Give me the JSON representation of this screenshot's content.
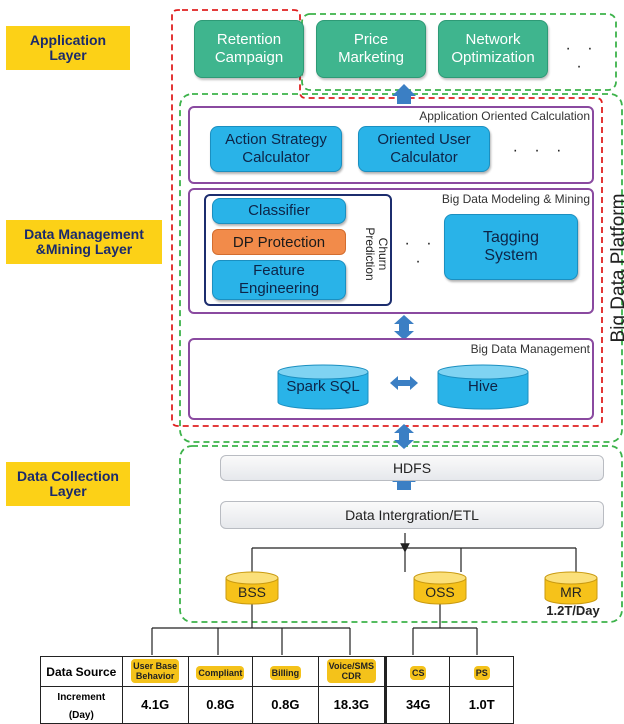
{
  "layers": {
    "application": "Application\nLayer",
    "data_management": "Data Management\n&Mining Layer",
    "data_collection": "Data Collection\nLayer"
  },
  "platform_label": "Big Data Platform",
  "application_layer": {
    "boxes": [
      "Retention\nCampaign",
      "Price\nMarketing",
      "Network\nOptimization"
    ],
    "ellipsis": "· · ·"
  },
  "calc_section": {
    "title": "Application Oriented Calculation",
    "boxes": [
      "Action Strategy\nCalculator",
      "Oriented User\nCalculator"
    ],
    "ellipsis": "· · ·"
  },
  "modeling_section": {
    "title": "Big Data Modeling & Mining",
    "classifier": "Classifier",
    "dp_protection": "DP Protection",
    "feature_engineering": "Feature\nEngineering",
    "churn_label": "Churn\nPrediction",
    "ellipsis": "· · ·",
    "tagging": "Tagging\nSystem"
  },
  "management_section": {
    "title": "Big Data Management",
    "spark": "Spark SQL",
    "hive": "Hive"
  },
  "collection": {
    "hdfs": "HDFS",
    "etl": "Data Intergration/ETL",
    "bss": "BSS",
    "oss": "OSS",
    "mr": "MR",
    "mr_size": "1.2T/Day"
  },
  "source_table": {
    "row1_label": "Data Source",
    "row2_label": "Increment\n(Day)",
    "sources": [
      "User Base\nBehavior",
      "Compliant",
      "Billing",
      "Voice/SMS\nCDR",
      "CS",
      "PS"
    ],
    "values": [
      "4.1G",
      "0.8G",
      "0.8G",
      "18.3G",
      "34G",
      "1.0T"
    ]
  },
  "colors": {
    "layer_label": "#fcd117",
    "app_box": "#3fb58e",
    "blue_box": "#29b3e8",
    "dp_box": "#f28b4a",
    "red_dashed": "#e02020",
    "green_dashed": "#3cb24a",
    "purple_frame": "#8a4aa0",
    "navy_frame": "#1c2d6e",
    "cylinder_blue": "#3ab0e0",
    "cylinder_yellow": "#f6c21a",
    "arrow": "#3b7fc4"
  }
}
